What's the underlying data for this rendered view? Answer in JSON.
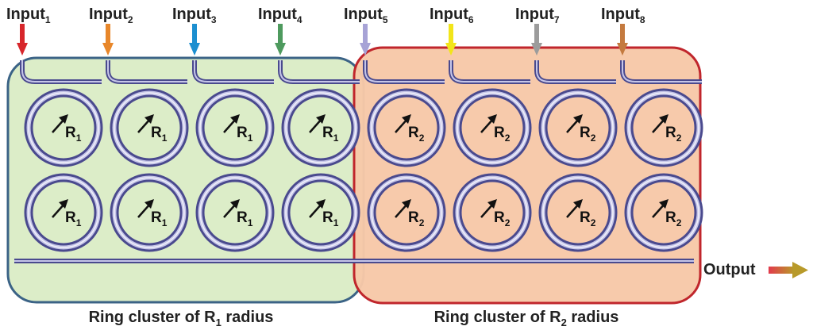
{
  "inputs": [
    {
      "label": "Input",
      "sub": "1",
      "color": "#d7262b"
    },
    {
      "label": "Input",
      "sub": "2",
      "color": "#e8872a"
    },
    {
      "label": "Input",
      "sub": "3",
      "color": "#1c8fd0"
    },
    {
      "label": "Input",
      "sub": "4",
      "color": "#4e9a5e"
    },
    {
      "label": "Input",
      "sub": "5",
      "color": "#a7a3d6"
    },
    {
      "label": "Input",
      "sub": "6",
      "color": "#f2e51a"
    },
    {
      "label": "Input",
      "sub": "7",
      "color": "#9c9c9c"
    },
    {
      "label": "Input",
      "sub": "8",
      "color": "#c47a3f"
    }
  ],
  "clusters": [
    {
      "ring_label": "R",
      "ring_sub": "1",
      "fill": "#dcedc8",
      "stroke": "#3b6386",
      "caption_pre": "Ring cluster of R",
      "caption_sub": "1",
      "caption_post": " radius"
    },
    {
      "ring_label": "R",
      "ring_sub": "2",
      "fill": "#f7c8a8",
      "stroke": "#c0262c",
      "caption_pre": "Ring cluster of R",
      "caption_sub": "2",
      "caption_post": " radius"
    }
  ],
  "output": {
    "label": "Output"
  },
  "colors": {
    "waveguide": "#5a5a9e",
    "ring_outer": "#4a4a8e",
    "ring_inner": "#c6c6e8"
  }
}
